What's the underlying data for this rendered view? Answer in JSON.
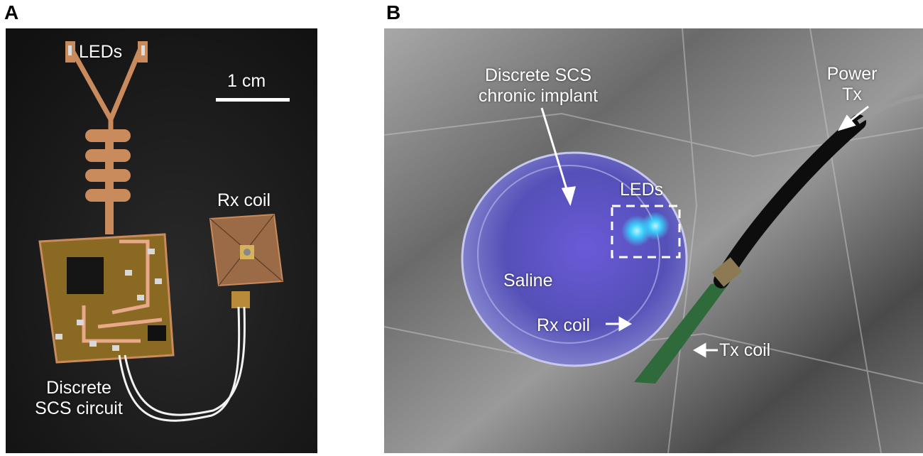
{
  "panel_a": {
    "letter": "A",
    "labels": {
      "leds": "LEDs",
      "scale": "1 cm",
      "rx_coil": "Rx coil",
      "circuit_line1": "Discrete",
      "circuit_line2": "SCS circuit"
    }
  },
  "panel_b": {
    "letter": "B",
    "labels": {
      "implant_line1": "Discrete SCS",
      "implant_line2": "chronic implant",
      "power_line1": "Power",
      "power_line2": "Tx",
      "leds": "LEDs",
      "saline": "Saline",
      "rx_coil": "Rx coil",
      "tx_coil": "Tx coil"
    }
  },
  "colors": {
    "pcb_copper": "#c98a5c",
    "pcb_board": "#8a6a22",
    "background_a": "#1b1b1b",
    "foil": "#6f6f6f",
    "led_glow": "#3ad1ff",
    "dish_glow": "#6a5ad8"
  }
}
